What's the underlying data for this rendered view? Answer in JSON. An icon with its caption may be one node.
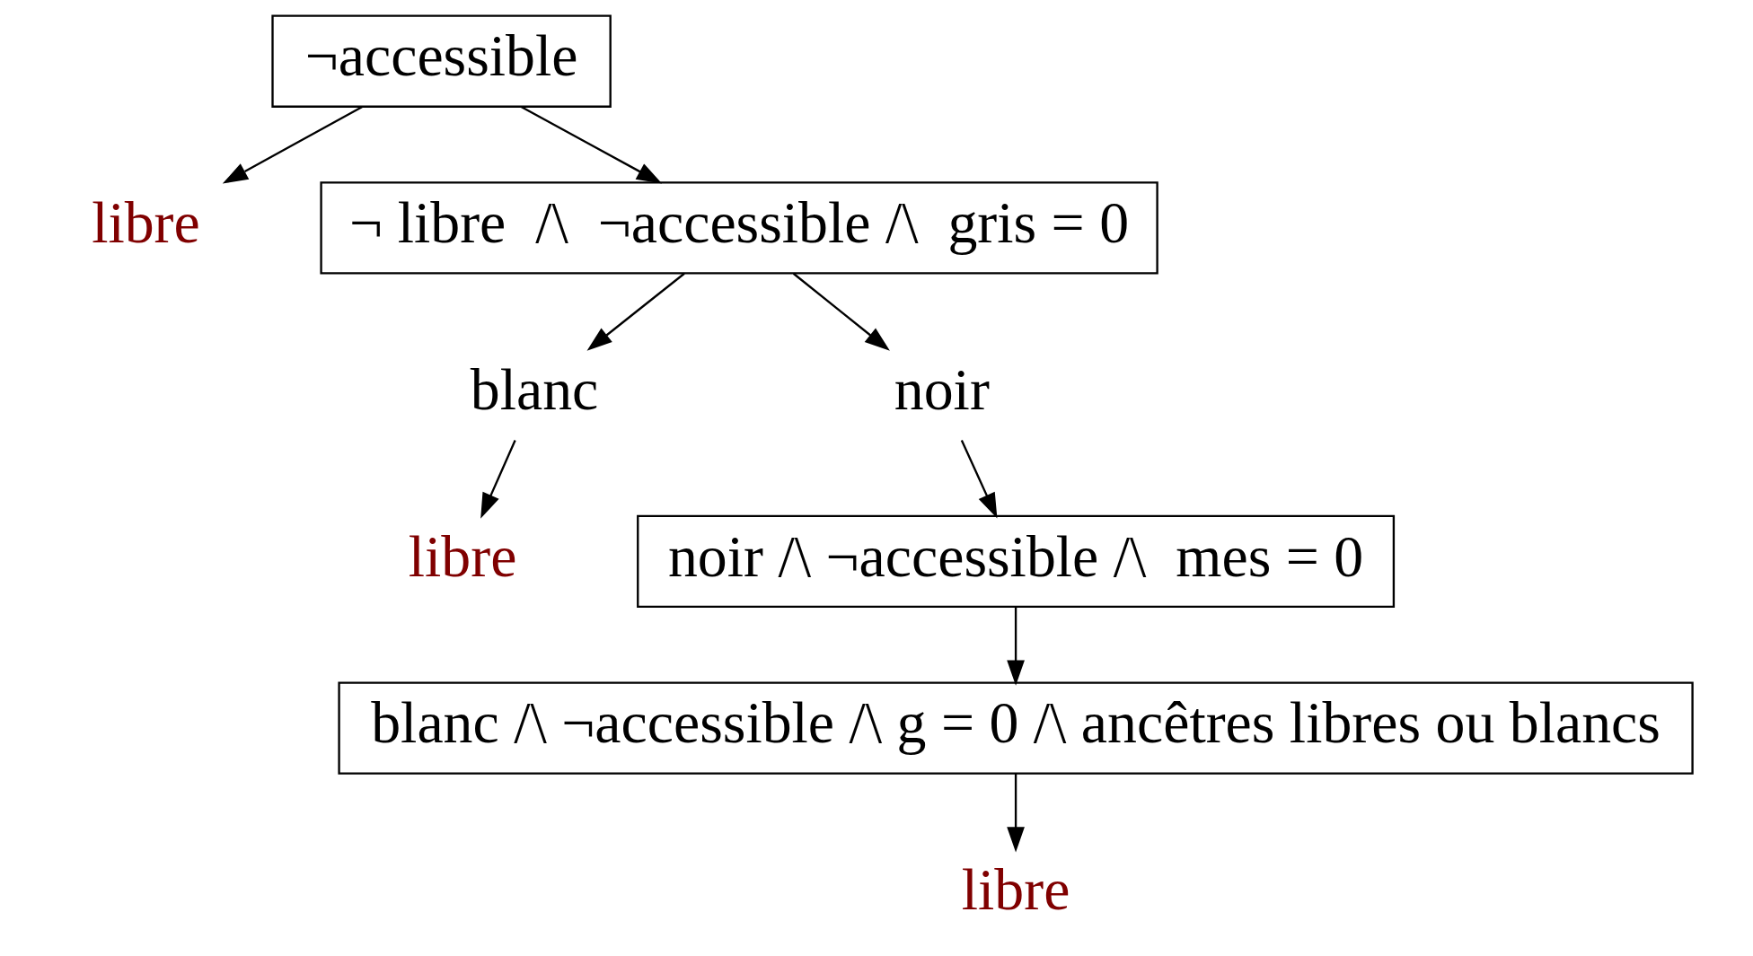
{
  "diagram": {
    "nodes": [
      {
        "text": [
          "¬accessible"
        ]
      },
      {
        "text": [
          "libre"
        ]
      },
      {
        "text": [
          "¬ libre  /\\  ¬accessible /\\  gris = 0"
        ]
      },
      {
        "text": [
          "blanc"
        ]
      },
      {
        "text": [
          "noir"
        ]
      },
      {
        "text": [
          "libre"
        ]
      },
      {
        "text": [
          "noir /\\ ¬accessible /\\  mes = 0"
        ]
      },
      {
        "text": [
          "blanc /\\ ¬accessible /\\ g = 0 /\\ ancêtres libres ou blancs"
        ]
      },
      {
        "text": [
          "libre"
        ]
      }
    ],
    "edges": [
      {
        "from": 0,
        "to": 1,
        "arrow": "to"
      },
      {
        "from": 0,
        "to": 2,
        "arrow": "to"
      },
      {
        "from": 2,
        "to": 3,
        "arrow": "to"
      },
      {
        "from": 2,
        "to": 4,
        "arrow": "to"
      },
      {
        "from": 3,
        "to": 5,
        "arrow": "to"
      },
      {
        "from": 4,
        "to": 6,
        "arrow": "to"
      },
      {
        "from": 6,
        "to": 7,
        "arrow": "to"
      },
      {
        "from": 7,
        "to": 8,
        "arrow": "to"
      }
    ]
  }
}
